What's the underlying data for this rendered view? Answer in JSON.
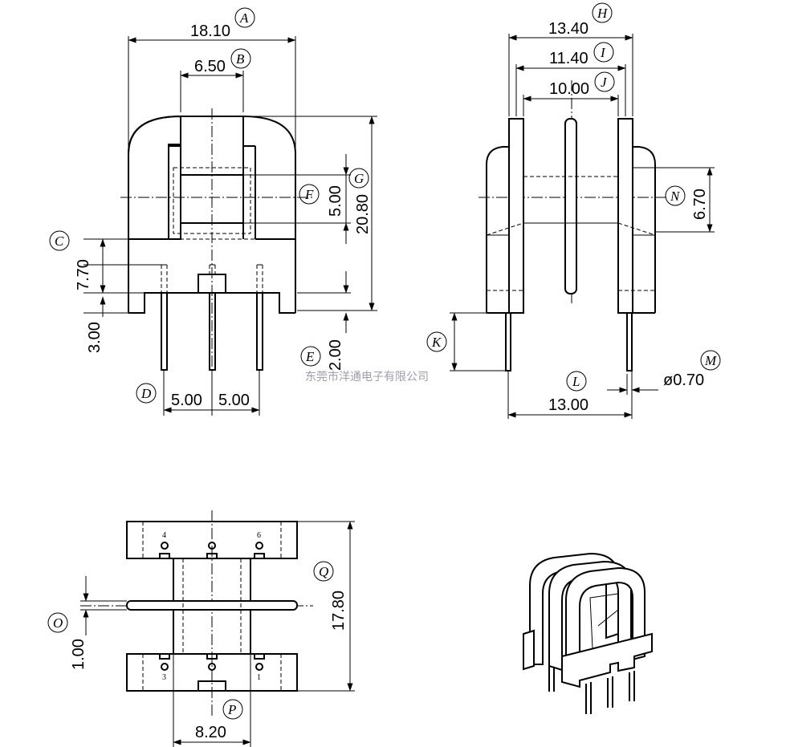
{
  "dimensions": {
    "A": "18.10",
    "B": "6.50",
    "C": "7.70",
    "D_left": "5.00",
    "D_right": "5.00",
    "E": "2.00",
    "F": "5.00",
    "G": "20.80",
    "left_pin_height": "3.00",
    "H": "13.40",
    "I": "11.40",
    "J": "10.00",
    "L": "13.00",
    "M": "ø0.70",
    "N": "6.70",
    "O": "1.00",
    "P": "8.20",
    "Q": "17.80"
  },
  "labels": {
    "A": "A",
    "B": "B",
    "C": "C",
    "D": "D",
    "E": "E",
    "F": "F",
    "G": "G",
    "H": "H",
    "I": "I",
    "J": "J",
    "K": "K",
    "L": "L",
    "M": "M",
    "N": "N",
    "O": "O",
    "P": "P",
    "Q": "Q"
  },
  "pin_numbers": {
    "p4": "4",
    "p6": "6",
    "p3": "3",
    "p1": "1"
  },
  "watermark": "东莞市洋通电子有限公司",
  "colors": {
    "line": "#000000",
    "watermark": "#9aa0a8"
  }
}
